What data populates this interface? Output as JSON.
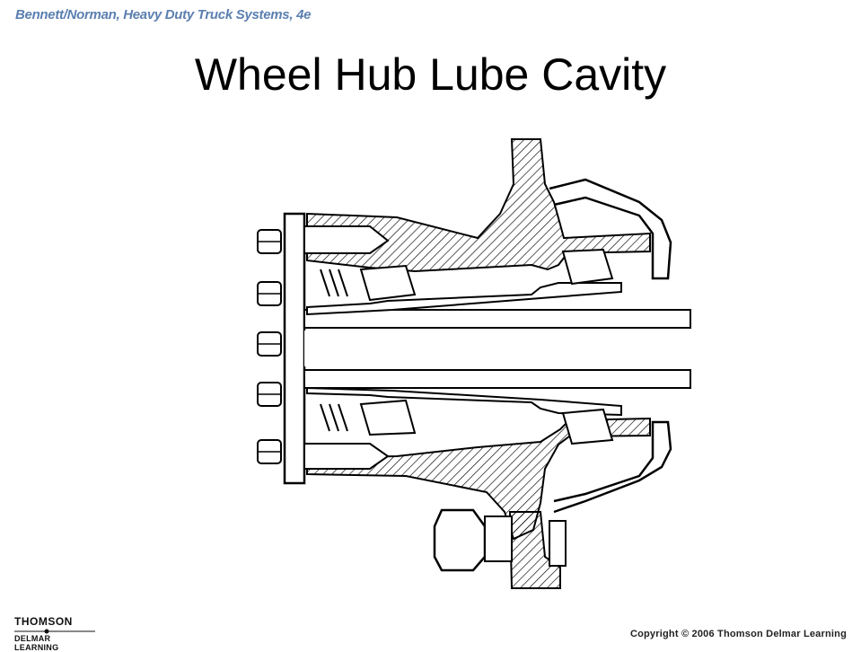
{
  "header": {
    "source": "Bennett/Norman, Heavy Duty Truck Systems, 4e"
  },
  "slide": {
    "title": "Wheel Hub Lube Cavity"
  },
  "footer": {
    "logo_top": "THOMSON",
    "logo_bottom": "DELMAR LEARNING",
    "copyright": "Copyright © 2006 Thomson Delmar Learning"
  },
  "colors": {
    "header_text": "#5b7fb0",
    "line": "#000000",
    "background": "#ffffff"
  }
}
